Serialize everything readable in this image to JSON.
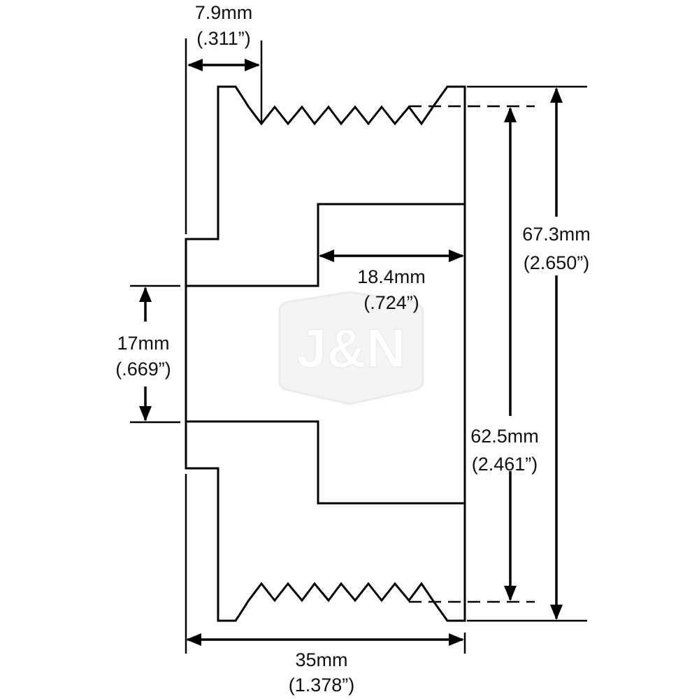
{
  "watermark": {
    "logo_text": "J&N"
  },
  "dimensions": {
    "flange_width": {
      "mm": "7.9mm",
      "inch": "(.311”)"
    },
    "bore_diameter": {
      "mm": "17mm",
      "inch": "(.669”)"
    },
    "recess_depth": {
      "mm": "18.4mm",
      "inch": "(.724”)"
    },
    "outer_diameter": {
      "mm": "67.3mm",
      "inch": "(2.650”)"
    },
    "groove_diameter": {
      "mm": "62.5mm",
      "inch": "(2.461”)"
    },
    "overall_width": {
      "mm": "35mm",
      "inch": "(1.378”)"
    }
  },
  "colors": {
    "line": "#000000",
    "hatch": "#cccccc",
    "watermark": "#f3f3f3"
  }
}
